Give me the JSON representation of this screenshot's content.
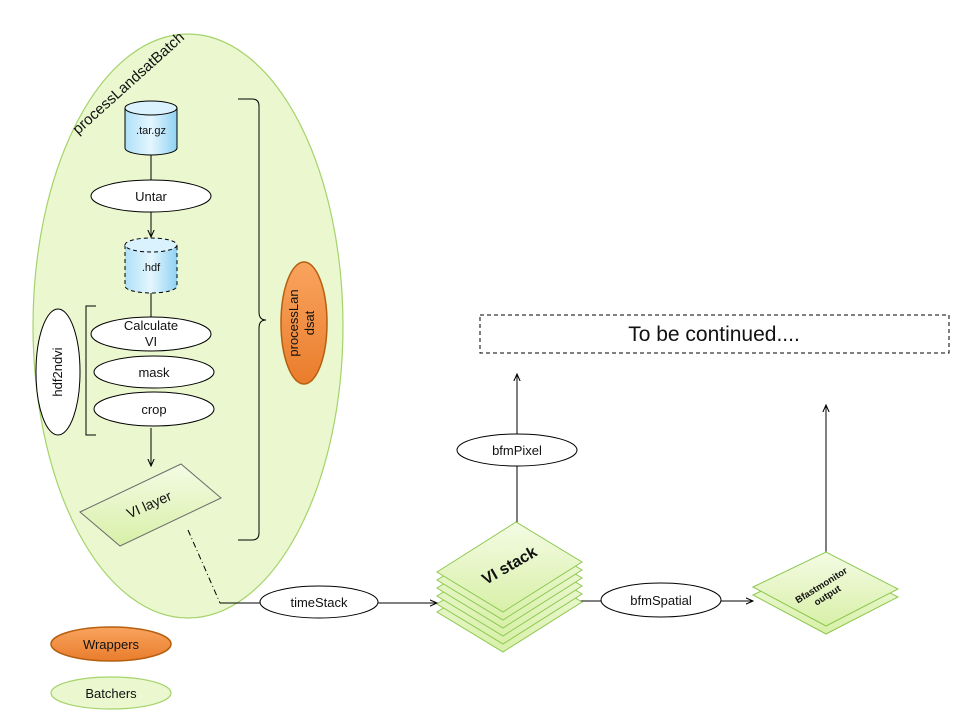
{
  "batch_title": "processLandsatBatch",
  "nodes": {
    "targz": ".tar.gz",
    "untar": "Untar",
    "hdf": ".hdf",
    "calculate_vi_line1": "Calculate",
    "calculate_vi_line2": "VI",
    "mask": "mask",
    "crop": "crop",
    "hdf2ndvi": "hdf2ndvi",
    "vi_layer": "VI layer",
    "process_landsat_line1": "processLan",
    "process_landsat_line2": "dsat",
    "time_stack": "timeStack",
    "vi_stack": "VI stack",
    "bfm_pixel": "bfmPixel",
    "bfm_spatial": "bfmSpatial",
    "bfast_output_line1": "Bfastmonitor",
    "bfast_output_line2": "output",
    "to_be_continued": "To be continued...."
  },
  "legend": {
    "wrappers": "Wrappers",
    "batchers": "Batchers"
  },
  "colors": {
    "batcher_fill": "#e6f5c5",
    "batcher_stroke": "#9bcf5c",
    "wrapper_fill": "#f79646",
    "wrapper_stroke": "#b65f10",
    "cylinder_fill": "#c9ecfb",
    "line": "#000000"
  }
}
